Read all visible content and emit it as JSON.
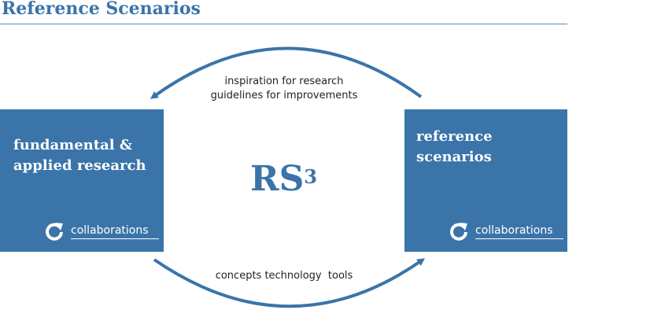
{
  "header": {
    "title": "Reference Scenarios"
  },
  "diagram": {
    "left_box": {
      "title_line1": "fundamental &",
      "title_line2": "applied research",
      "collab_label": "collaborations"
    },
    "right_box": {
      "title_line1": "reference",
      "title_line2": "scenarios",
      "collab_label": "collaborations"
    },
    "center": {
      "label": "RS",
      "superscript": "3"
    },
    "top_arrow": {
      "line1": "inspiration for research",
      "line2": "guidelines for improvements"
    },
    "bottom_arrow": {
      "label": "concepts technology  tools"
    },
    "colors": {
      "accent": "#3a74a9",
      "text": "#222222",
      "box_text": "#ffffff"
    },
    "icons": {
      "collab": "refresh-icon"
    }
  }
}
